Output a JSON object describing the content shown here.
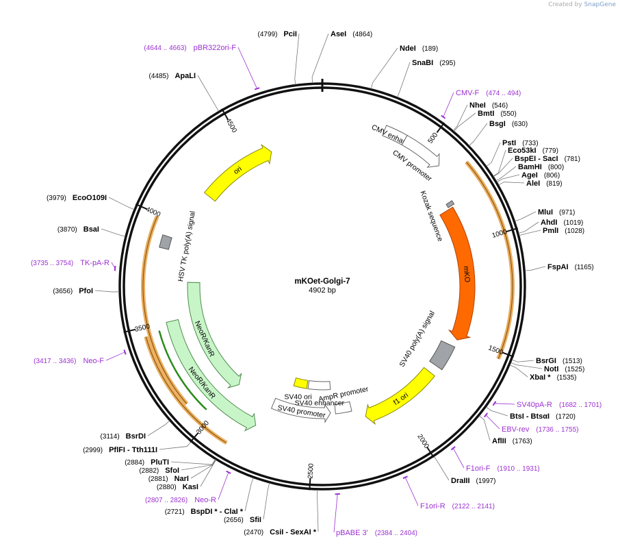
{
  "credit": {
    "prefix": "Created by",
    "brand": "SnapGene"
  },
  "plasmid": {
    "name": "mKOet-Golgi-7",
    "length_label": "4902 bp",
    "length": 4902
  },
  "colors": {
    "primer": "#9b30d0",
    "ori": "#ffff00",
    "mko": "#ff6a00",
    "neo": "#c8f5c8",
    "orf": "#e8a040",
    "gray": "#a0a4a8"
  },
  "ticks": [
    {
      "bp": 500,
      "label": "500"
    },
    {
      "bp": 1000,
      "label": "1000"
    },
    {
      "bp": 1500,
      "label": "1500"
    },
    {
      "bp": 2000,
      "label": "2000"
    },
    {
      "bp": 2500,
      "label": "2500"
    },
    {
      "bp": 3000,
      "label": "3000"
    },
    {
      "bp": 3500,
      "label": "3500"
    },
    {
      "bp": 4000,
      "label": "4000"
    },
    {
      "bp": 4500,
      "label": "4500"
    }
  ],
  "sites": [
    {
      "name": "AseI",
      "pos": "(4864)",
      "bp": 4864
    },
    {
      "name": "PciI",
      "pos": "(4799)",
      "bp": 4799
    },
    {
      "name": "NdeI",
      "pos": "(189)",
      "bp": 189
    },
    {
      "name": "SnaBI",
      "pos": "(295)",
      "bp": 295
    },
    {
      "name": "NheI",
      "pos": "(546)",
      "bp": 546
    },
    {
      "name": "BmtI",
      "pos": "(550)",
      "bp": 550
    },
    {
      "name": "BsgI",
      "pos": "(630)",
      "bp": 630
    },
    {
      "name": "PstI",
      "pos": "(733)",
      "bp": 733
    },
    {
      "name": "Eco53kI",
      "pos": "(779)",
      "bp": 779
    },
    {
      "name": "BspEI  - SacI",
      "pos": "(781)",
      "bp": 781
    },
    {
      "name": "BamHI",
      "pos": "(800)",
      "bp": 800
    },
    {
      "name": "AgeI",
      "pos": "(806)",
      "bp": 806
    },
    {
      "name": "AleI",
      "pos": "(819)",
      "bp": 819
    },
    {
      "name": "MluI",
      "pos": "(971)",
      "bp": 971
    },
    {
      "name": "AhdI",
      "pos": "(1019)",
      "bp": 1019
    },
    {
      "name": "PmlI",
      "pos": "(1028)",
      "bp": 1028
    },
    {
      "name": "FspAI",
      "pos": "(1165)",
      "bp": 1165
    },
    {
      "name": "BsrGI",
      "pos": "(1513)",
      "bp": 1513
    },
    {
      "name": "NotI",
      "pos": "(1525)",
      "bp": 1525
    },
    {
      "name": "XbaI *",
      "pos": "(1535)",
      "bp": 1535
    },
    {
      "name": "BtsI  - BtsαI",
      "pos": "(1720)",
      "bp": 1720
    },
    {
      "name": "AflII",
      "pos": "(1763)",
      "bp": 1763
    },
    {
      "name": "DraIII",
      "pos": "(1997)",
      "bp": 1997
    },
    {
      "name": "CsiI  - SexAI *",
      "pos": "(2470)",
      "bp": 2470
    },
    {
      "name": "SfiI",
      "pos": "(2656)",
      "bp": 2656
    },
    {
      "name": "BspDI *  - ClaI *",
      "pos": "(2721)",
      "bp": 2721
    },
    {
      "name": "KasI",
      "pos": "(2880)",
      "bp": 2880
    },
    {
      "name": "NarI",
      "pos": "(2881)",
      "bp": 2881
    },
    {
      "name": "SfoI",
      "pos": "(2882)",
      "bp": 2882
    },
    {
      "name": "PluTI",
      "pos": "(2884)",
      "bp": 2884
    },
    {
      "name": "PflFI  - Tth111I",
      "pos": "(2999)",
      "bp": 2999
    },
    {
      "name": "BsrDI",
      "pos": "(3114)",
      "bp": 3114
    },
    {
      "name": "PfoI",
      "pos": "(3656)",
      "bp": 3656
    },
    {
      "name": "BsaI",
      "pos": "(3870)",
      "bp": 3870
    },
    {
      "name": "EcoO109I",
      "pos": "(3979)",
      "bp": 3979
    },
    {
      "name": "ApaLI",
      "pos": "(4485)",
      "bp": 4485
    }
  ],
  "primers": [
    {
      "name": "CMV-F",
      "range": "(474 .. 494)",
      "bp": 484
    },
    {
      "name": "SV40pA-R",
      "range": "(1682 .. 1701)",
      "bp": 1691
    },
    {
      "name": "EBV-rev",
      "range": "(1736 .. 1755)",
      "bp": 1745
    },
    {
      "name": "F1ori-F",
      "range": "(1910 .. 1931)",
      "bp": 1920
    },
    {
      "name": "F1ori-R",
      "range": "(2122 .. 2141)",
      "bp": 2131
    },
    {
      "name": "pBABE 3'",
      "range": "(2384 .. 2404)",
      "bp": 2394
    },
    {
      "name": "Neo-R",
      "range": "(2807 .. 2826)",
      "bp": 2816
    },
    {
      "name": "Neo-F",
      "range": "(3417 .. 3436)",
      "bp": 3426
    },
    {
      "name": "TK-pA-R",
      "range": "(3735 .. 3754)",
      "bp": 3744
    },
    {
      "name": "pBR322ori-F",
      "range": "(4644 .. 4663)",
      "bp": 4653
    }
  ],
  "features": [
    {
      "name": "CMV enhancer"
    },
    {
      "name": "CMV promoter"
    },
    {
      "name": "Kozak sequence"
    },
    {
      "name": "mKO"
    },
    {
      "name": "SV40 poly(A) signal"
    },
    {
      "name": "f1 ori"
    },
    {
      "name": "AmpR promoter"
    },
    {
      "name": "SV40 promoter"
    },
    {
      "name": "SV40 enhancer"
    },
    {
      "name": "SV40 ori"
    },
    {
      "name": "NeoR/KanR"
    },
    {
      "name": "NeoR/KanR"
    },
    {
      "name": "HSV TK poly(A) signal"
    },
    {
      "name": "ori"
    }
  ]
}
